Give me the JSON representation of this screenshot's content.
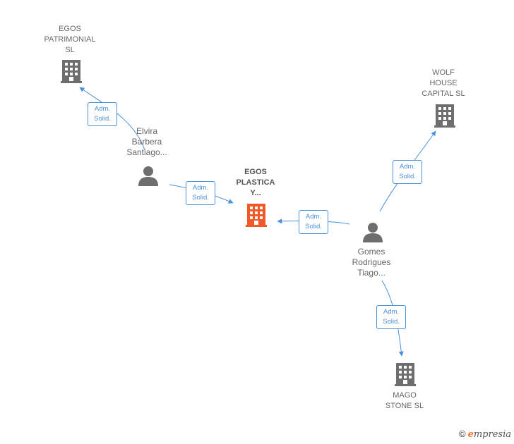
{
  "colors": {
    "company": "#6e6e6e",
    "focus": "#f05a28",
    "person": "#6e6e6e",
    "edge": "#4a90d9",
    "brand_accent": "#f07020"
  },
  "nodes": {
    "egos_patrimonial": {
      "label": "EGOS\nPATRIMONIAL\nSL",
      "icon": "building-icon"
    },
    "wolf_house": {
      "label": "WOLF\nHOUSE\nCAPITAL  SL",
      "icon": "building-icon"
    },
    "egos_plastica": {
      "label": "EGOS\nPLASTICA\nY...",
      "icon": "building-icon"
    },
    "mago_stone": {
      "label": "MAGO\nSTONE  SL",
      "icon": "building-icon"
    },
    "elvira": {
      "label": "Elvira\nBarbera\nSantiago...",
      "icon": "person-icon"
    },
    "gomes": {
      "label": "Gomes\nRodrigues\nTiago...",
      "icon": "person-icon"
    }
  },
  "edges": [
    {
      "from": "elvira",
      "to": "egos_patrimonial",
      "label": "Adm.\nSolid."
    },
    {
      "from": "elvira",
      "to": "egos_plastica",
      "label": "Adm.\nSolid."
    },
    {
      "from": "gomes",
      "to": "egos_plastica",
      "label": "Adm.\nSolid."
    },
    {
      "from": "gomes",
      "to": "wolf_house",
      "label": "Adm.\nSolid."
    },
    {
      "from": "gomes",
      "to": "mago_stone",
      "label": "Adm.\nSolid."
    }
  ],
  "brand": {
    "copyright": "©",
    "initial": "e",
    "rest": "mpresia"
  }
}
